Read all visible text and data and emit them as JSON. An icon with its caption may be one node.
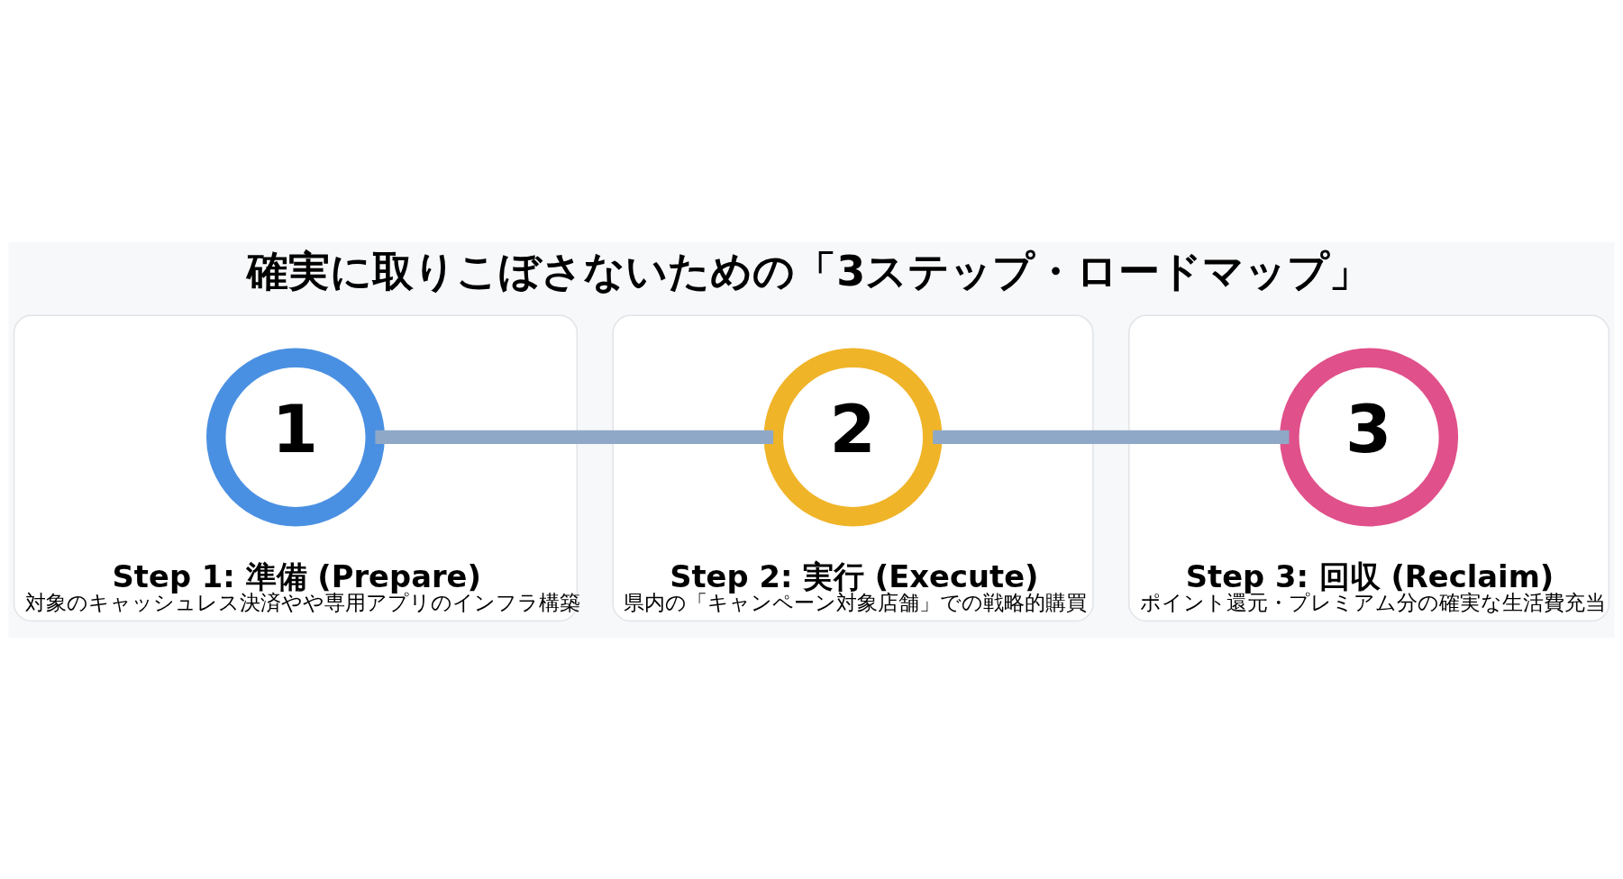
{
  "diagram": {
    "title": "確実に取りこぼさないための「3ステップ・ロードマップ」",
    "nodes": [
      {
        "text": [
          "Step 1: 準備 (Prepare)",
          "対象のキャッシュレス決済やや専用アプリのインフラ構築"
        ]
      },
      {
        "text": [
          "1"
        ],
        "in": 0
      },
      {
        "text": [
          "Step 2: 実行 (Execute)",
          "県内の「キャンペーン対象店舗」での戦略的購買"
        ]
      },
      {
        "text": [
          "2"
        ],
        "in": 2
      },
      {
        "text": [
          "Step 3: 回収 (Reclaim)",
          "ポイント還元・プレミアム分の確実な生活費充当"
        ]
      },
      {
        "text": [
          "3"
        ],
        "in": 4
      }
    ],
    "edges": [
      {
        "from": 1,
        "to": 3,
        "arrow": "none"
      },
      {
        "from": 3,
        "to": 5,
        "arrow": "none"
      }
    ]
  }
}
